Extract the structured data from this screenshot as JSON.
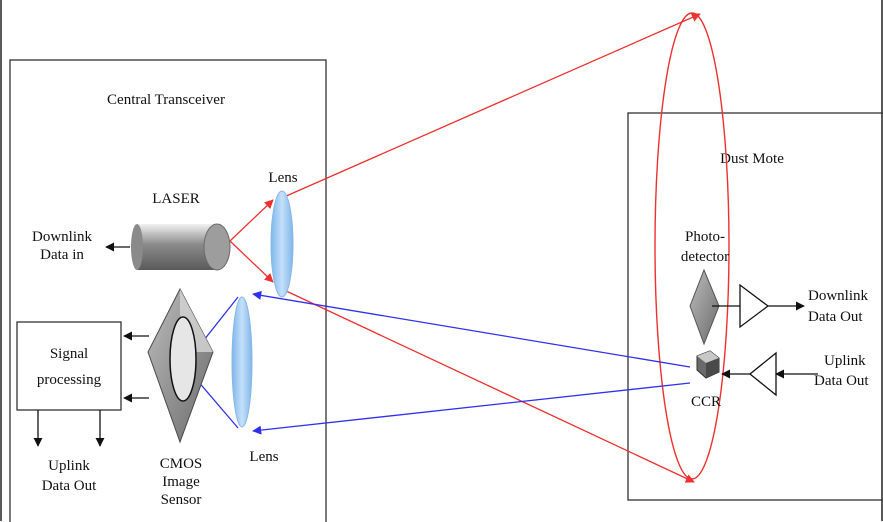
{
  "central": {
    "title": "Central Transceiver",
    "laser_label": "LASER",
    "lens_top_label": "Lens",
    "lens_bottom_label": "Lens",
    "downlink_in": [
      "Downlink",
      "Data in"
    ],
    "signal_processing": [
      "Signal",
      "processing"
    ],
    "uplink_out": [
      "Uplink",
      "Data Out"
    ],
    "sensor": [
      "CMOS",
      "Image",
      "Sensor"
    ]
  },
  "mote": {
    "title": "Dust Mote",
    "photodetector": [
      "Photo-",
      "detector"
    ],
    "downlink_out": [
      "Downlink",
      "Data Out"
    ],
    "uplink_in": [
      "Uplink",
      "Data Out"
    ],
    "ccr_label": "CCR"
  },
  "colors": {
    "downlink_beam": "#ee3030",
    "uplink_beam": "#3030ee",
    "lens_fill": "#9cc8f2",
    "frame": "#333333"
  }
}
